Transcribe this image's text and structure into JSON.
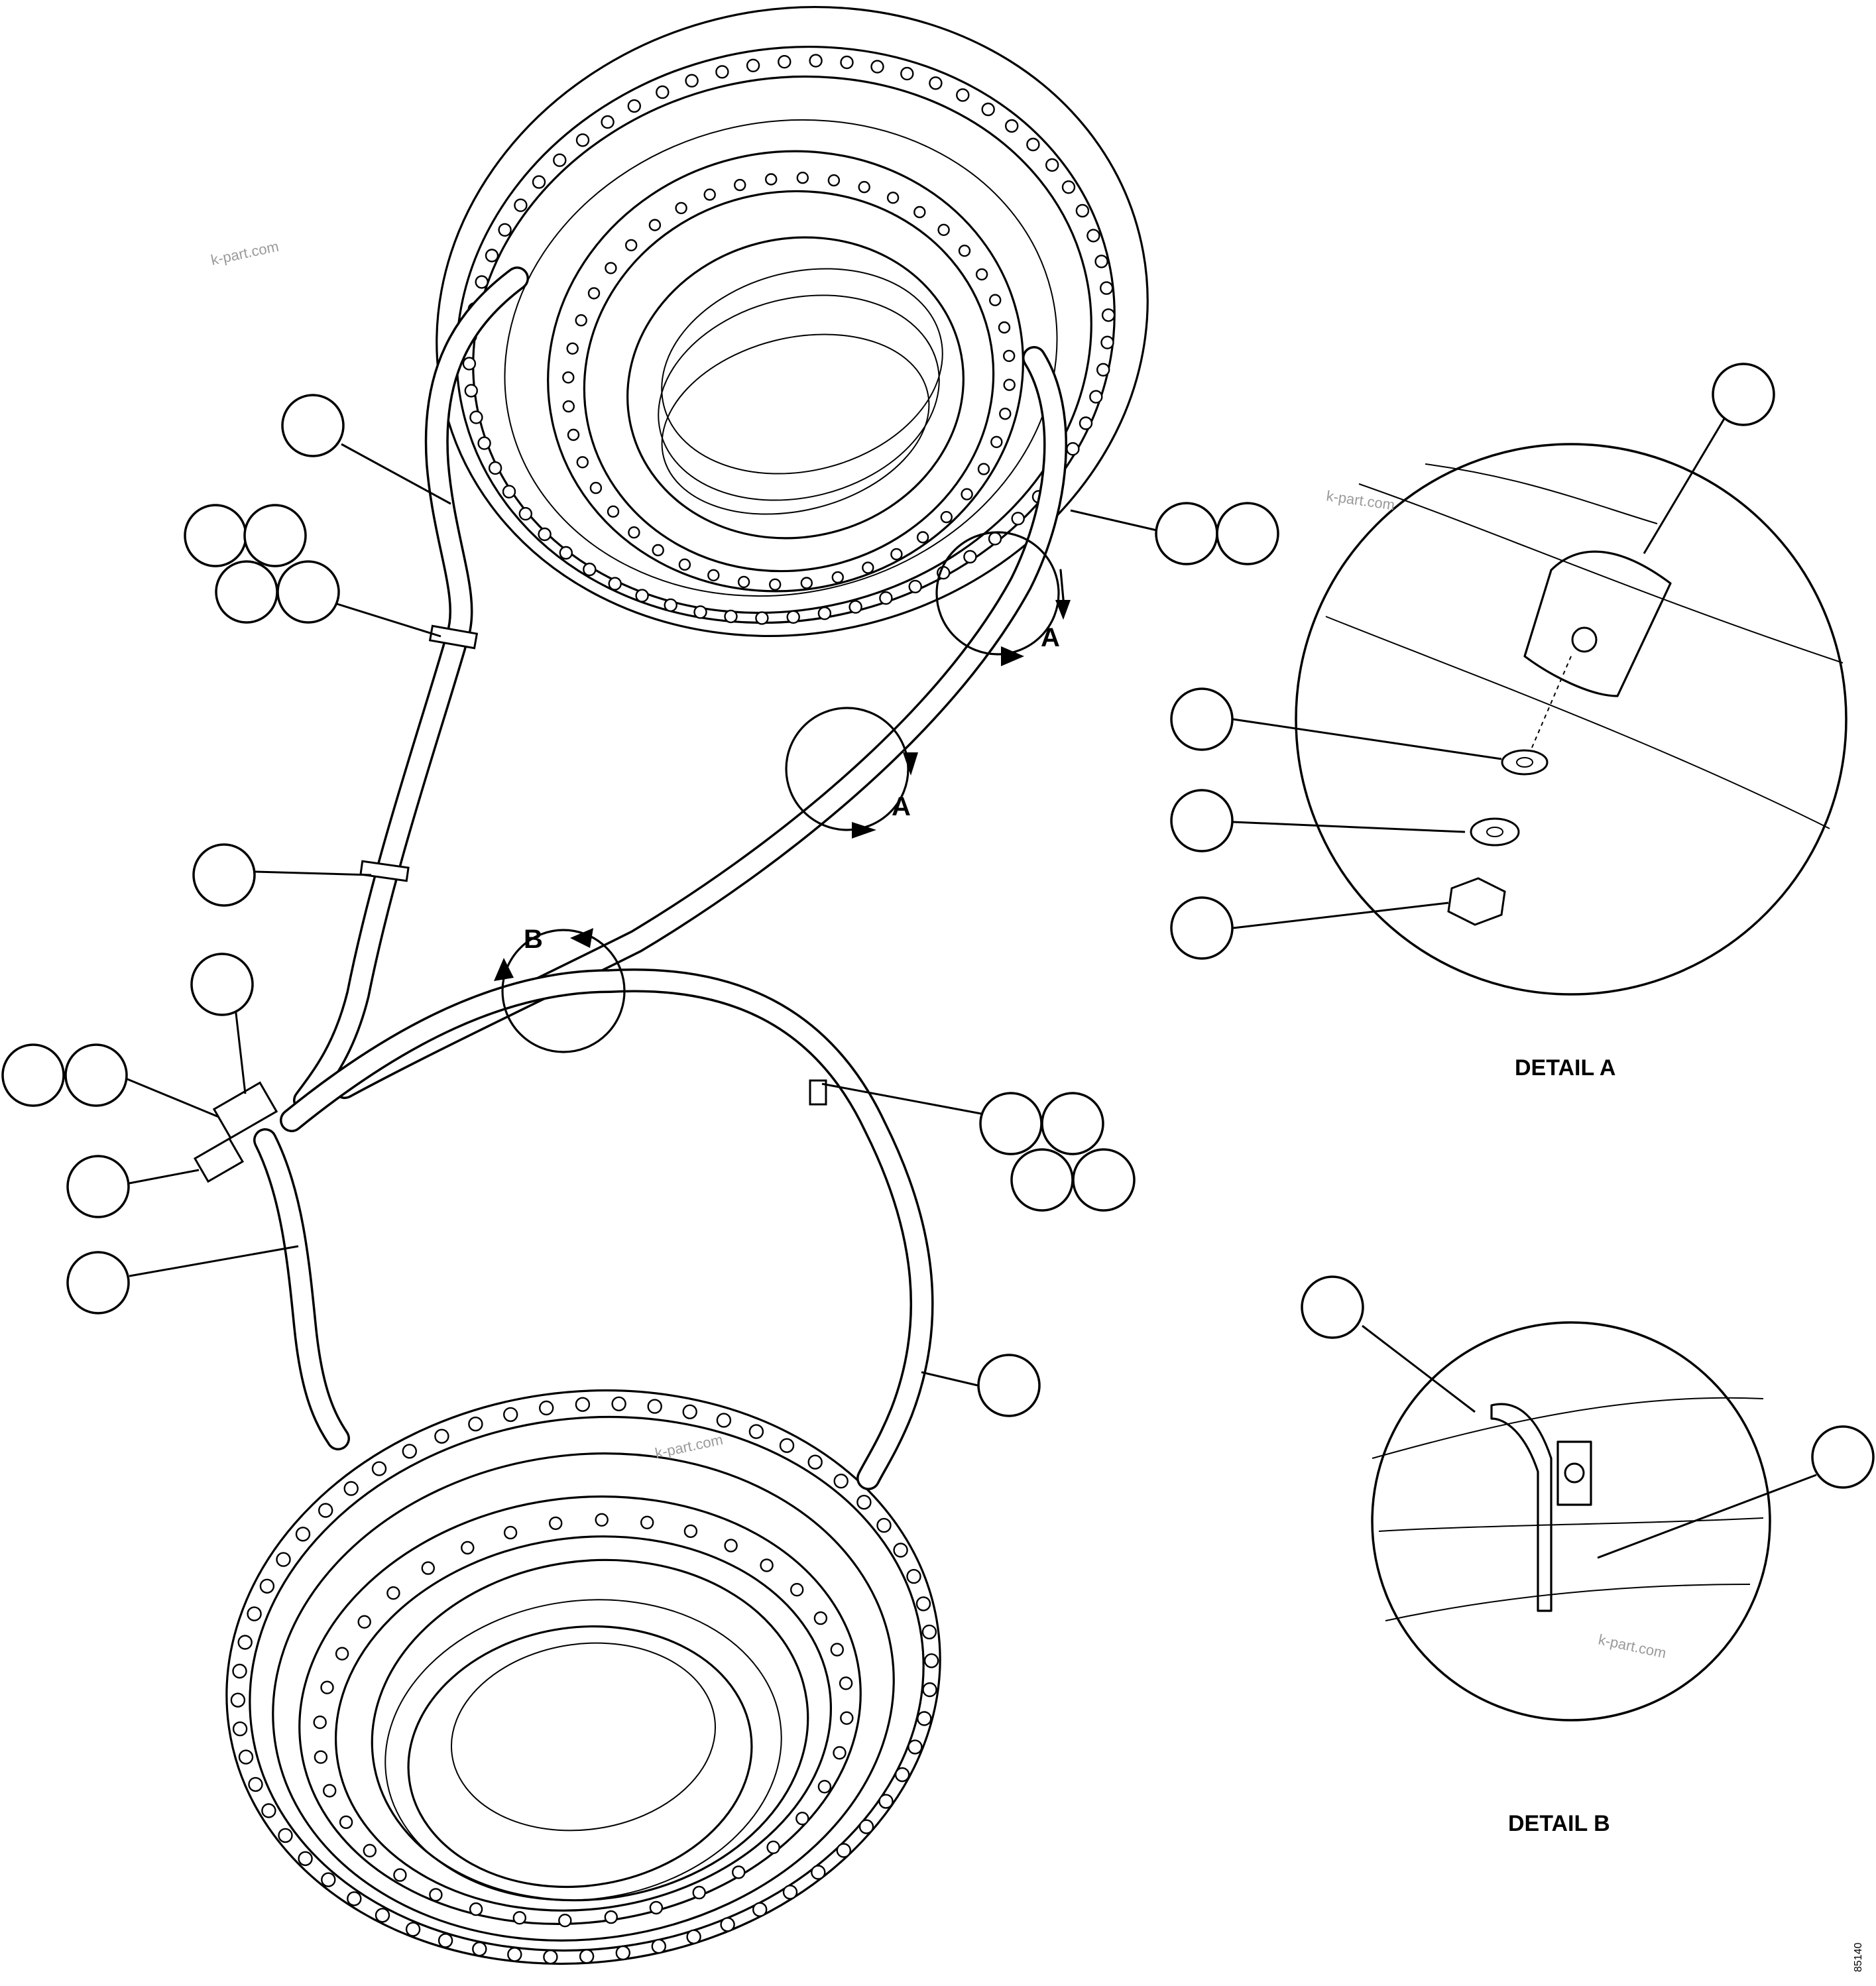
{
  "detail_a": {
    "label": "DETAIL A",
    "view_letter": "A"
  },
  "detail_b": {
    "label": "DETAIL B",
    "view_letter": "B"
  },
  "watermarks": [
    "k-part.com",
    "k-part.com",
    "k-part.com",
    "k-part.com"
  ],
  "figure_code": "85140"
}
